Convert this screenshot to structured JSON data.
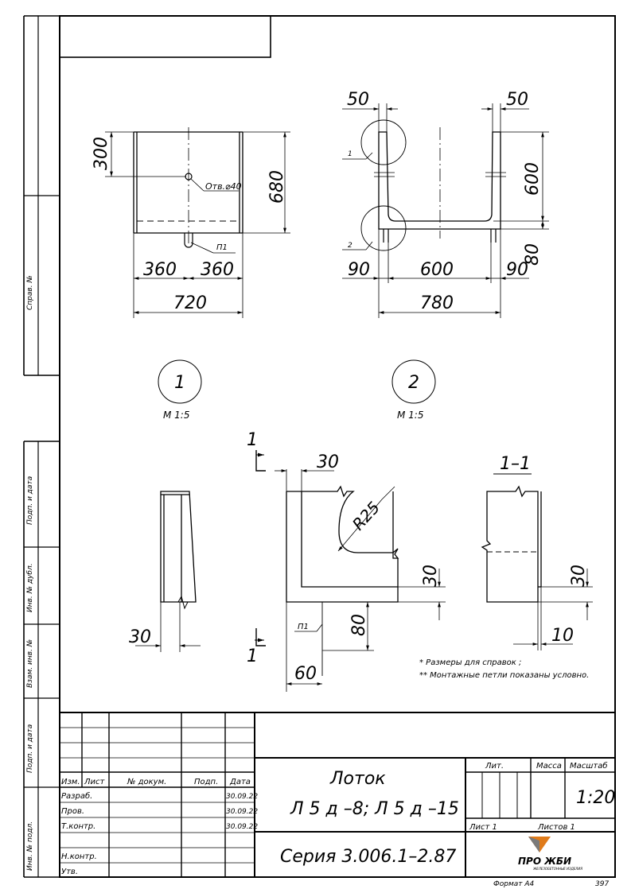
{
  "side_stamp": {
    "sprav": "Справ. №",
    "podp_data_1": "Подп. и дата",
    "inv_dubl": "Инв. № дубл.",
    "vzam_inv": "Взам. инв. №",
    "podp_data_2": "Подп. и дата",
    "inv_podl": "Инв. № подл."
  },
  "view_top": {
    "dim_300": "300",
    "dim_680": "680",
    "dim_360_left": "360",
    "dim_360_right": "360",
    "dim_720": "720",
    "hole_note": "Отв.⌀40",
    "loop_label": "П1"
  },
  "view_section": {
    "dim_50_left": "50",
    "dim_50_right": "50",
    "dim_600_vert": "600",
    "dim_80_vert": "80",
    "dim_90_left": "90",
    "dim_600_horiz": "600",
    "dim_90_right": "90",
    "dim_780": "780",
    "callout_1": "1",
    "callout_2": "2"
  },
  "detail_bubbles": {
    "bubble_1": {
      "number": "1",
      "scale": "М 1:5"
    },
    "bubble_2": {
      "number": "2",
      "scale": "М 1:5"
    }
  },
  "details": {
    "section_mark_top": "1",
    "section_mark_bottom": "1",
    "dim_30_left": "30",
    "dim_30_top": "30",
    "radius": "R25",
    "dim_30_right_a": "30",
    "dim_80": "80",
    "dim_60": "60",
    "loop_label": "П1",
    "section_title": "1–1",
    "dim_30_right_b": "30",
    "dim_10": "10"
  },
  "notes": [
    "* Размеры для справок ;",
    "** Монтажные петли показаны условно."
  ],
  "title_block": {
    "col_headers": [
      "Изм.",
      "Лист",
      "№ докум.",
      "Подп.",
      "Дата"
    ],
    "rows": [
      {
        "role": "Разраб.",
        "date": "30.09.22"
      },
      {
        "role": "Пров.",
        "date": "30.09.22"
      },
      {
        "role": "Т.контр.",
        "date": "30.09.22"
      },
      {
        "role": "",
        "date": ""
      },
      {
        "role": "Н.контр.",
        "date": ""
      },
      {
        "role": "Утв.",
        "date": ""
      }
    ],
    "product_name": "Лоток",
    "product_marks": "Л 5 д –8; Л 5 д –15",
    "series": "Серия  3.006.1–2.87",
    "lit_label": "Лит.",
    "mass_label": "Масса",
    "scale_label": "Масштаб",
    "scale_value": "1:20",
    "sheet_label": "Лист  1",
    "sheets_label": "Листов  1",
    "logo_text": "ПРО ЖБИ",
    "logo_subtext": "ЖЕЛЕЗОБЕТОННЫЕ ИЗДЕЛИЯ",
    "format": "Формат А4",
    "page_number": "397"
  },
  "colors": {
    "line": "#000000",
    "logo_orange": "#e07b1a",
    "logo_gray": "#7a7a7a"
  }
}
